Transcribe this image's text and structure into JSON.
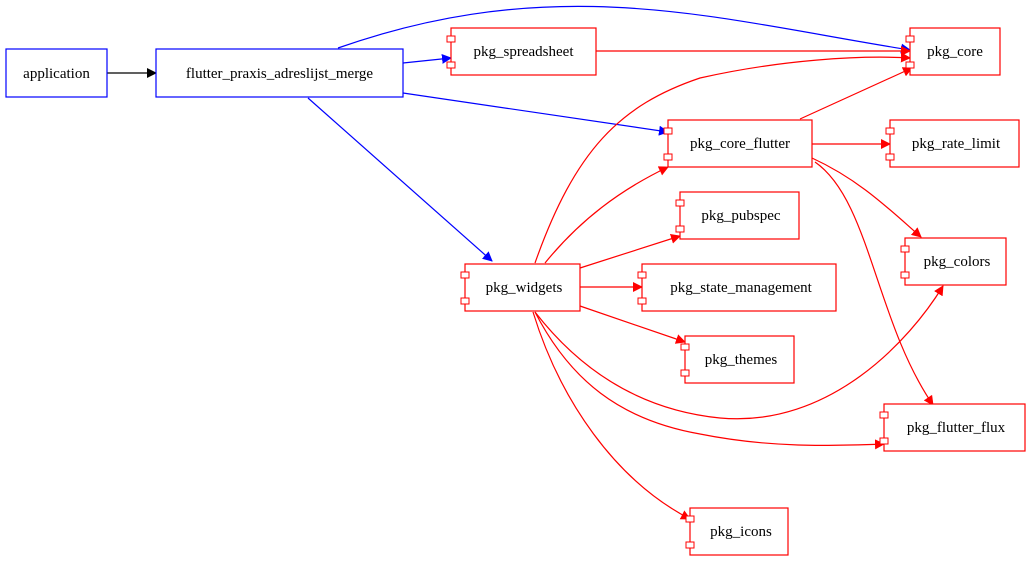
{
  "colors": {
    "app": "#0000ff",
    "pkg": "#ff0000",
    "entry_edge": "#000000",
    "text": "#000000"
  },
  "nodes": {
    "application": {
      "label": "application",
      "kind": "app"
    },
    "flutter_praxis_adreslijst_merge": {
      "label": "flutter_praxis_adreslijst_merge",
      "kind": "app"
    },
    "pkg_spreadsheet": {
      "label": "pkg_spreadsheet",
      "kind": "component"
    },
    "pkg_core": {
      "label": "pkg_core",
      "kind": "component"
    },
    "pkg_core_flutter": {
      "label": "pkg_core_flutter",
      "kind": "component"
    },
    "pkg_rate_limit": {
      "label": "pkg_rate_limit",
      "kind": "component"
    },
    "pkg_pubspec": {
      "label": "pkg_pubspec",
      "kind": "component"
    },
    "pkg_colors": {
      "label": "pkg_colors",
      "kind": "component"
    },
    "pkg_widgets": {
      "label": "pkg_widgets",
      "kind": "component"
    },
    "pkg_state_management": {
      "label": "pkg_state_management",
      "kind": "component"
    },
    "pkg_themes": {
      "label": "pkg_themes",
      "kind": "component"
    },
    "pkg_flutter_flux": {
      "label": "pkg_flutter_flux",
      "kind": "component"
    },
    "pkg_icons": {
      "label": "pkg_icons",
      "kind": "component"
    }
  },
  "edges": [
    {
      "from": "application",
      "to": "flutter_praxis_adreslijst_merge",
      "color": "entry_edge"
    },
    {
      "from": "flutter_praxis_adreslijst_merge",
      "to": "pkg_core",
      "color": "app"
    },
    {
      "from": "flutter_praxis_adreslijst_merge",
      "to": "pkg_spreadsheet",
      "color": "app"
    },
    {
      "from": "flutter_praxis_adreslijst_merge",
      "to": "pkg_core_flutter",
      "color": "app"
    },
    {
      "from": "flutter_praxis_adreslijst_merge",
      "to": "pkg_widgets",
      "color": "app"
    },
    {
      "from": "pkg_spreadsheet",
      "to": "pkg_core",
      "color": "pkg"
    },
    {
      "from": "pkg_core_flutter",
      "to": "pkg_core",
      "color": "pkg"
    },
    {
      "from": "pkg_core_flutter",
      "to": "pkg_rate_limit",
      "color": "pkg"
    },
    {
      "from": "pkg_core_flutter",
      "to": "pkg_colors",
      "color": "pkg"
    },
    {
      "from": "pkg_core_flutter",
      "to": "pkg_flutter_flux",
      "color": "pkg"
    },
    {
      "from": "pkg_widgets",
      "to": "pkg_core",
      "color": "pkg"
    },
    {
      "from": "pkg_widgets",
      "to": "pkg_core_flutter",
      "color": "pkg"
    },
    {
      "from": "pkg_widgets",
      "to": "pkg_pubspec",
      "color": "pkg"
    },
    {
      "from": "pkg_widgets",
      "to": "pkg_state_management",
      "color": "pkg"
    },
    {
      "from": "pkg_widgets",
      "to": "pkg_themes",
      "color": "pkg"
    },
    {
      "from": "pkg_widgets",
      "to": "pkg_colors",
      "color": "pkg"
    },
    {
      "from": "pkg_widgets",
      "to": "pkg_flutter_flux",
      "color": "pkg"
    },
    {
      "from": "pkg_widgets",
      "to": "pkg_icons",
      "color": "pkg"
    }
  ]
}
